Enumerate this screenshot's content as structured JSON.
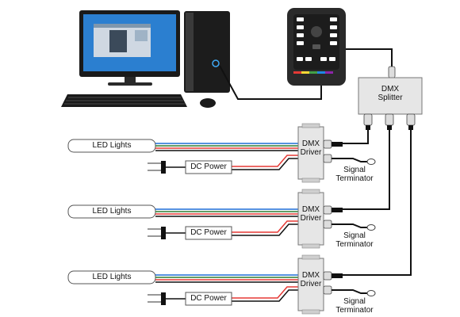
{
  "splitter": {
    "line1": "DMX",
    "line2": "Splitter"
  },
  "driver": {
    "line1": "DMX",
    "line2": "Driver"
  },
  "led_label": "LED Lights",
  "power_label": "DC Power",
  "terminator": {
    "line1": "Signal",
    "line2": "Terminator"
  },
  "colors": {
    "wire_red": "#e53935",
    "wire_green": "#2e7d32",
    "wire_blue": "#1e6fd6",
    "wire_black": "#111111",
    "device_gray": "#e6e6e6",
    "monitor_screen": "#2b7fd0",
    "controller_body": "#2a2a2a"
  },
  "icons": [
    "desktop-computer-icon",
    "dmx-controller-icon",
    "keyboard-icon",
    "mouse-icon"
  ]
}
